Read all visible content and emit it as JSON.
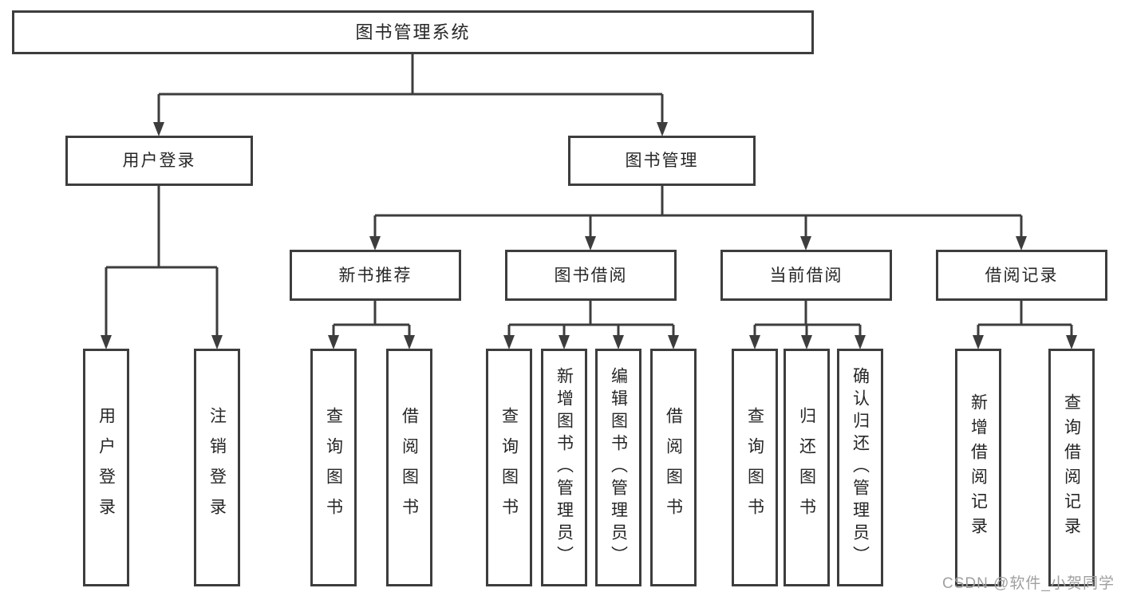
{
  "root": {
    "label": "图书管理系统"
  },
  "branches": {
    "user_login": {
      "label": "用户登录",
      "children": [
        {
          "label": "用户登录"
        },
        {
          "label": "注销登录"
        }
      ]
    },
    "book_management": {
      "label": "图书管理",
      "children": [
        {
          "label": "新书推荐",
          "children": [
            {
              "label": "查询图书"
            },
            {
              "label": "借阅图书"
            }
          ]
        },
        {
          "label": "图书借阅",
          "children": [
            {
              "label": "查询图书"
            },
            {
              "label": "新增图书（管理员）"
            },
            {
              "label": "编辑图书（管理员）"
            },
            {
              "label": "借阅图书"
            }
          ]
        },
        {
          "label": "当前借阅",
          "children": [
            {
              "label": "查询图书"
            },
            {
              "label": "归还图书"
            },
            {
              "label": "确认归还（管理员）"
            }
          ]
        },
        {
          "label": "借阅记录",
          "children": [
            {
              "label": "新增借阅记录"
            },
            {
              "label": "查询借阅记录"
            }
          ]
        }
      ]
    }
  },
  "watermark": {
    "text": "CSDN @软件_小贺同学",
    "color": "#a0a0a0"
  },
  "colors": {
    "line": "#3d3d3d",
    "box_border": "#3d3d3d",
    "box_background": "#ffffff",
    "text": "#262626",
    "background": "#ffffff"
  }
}
